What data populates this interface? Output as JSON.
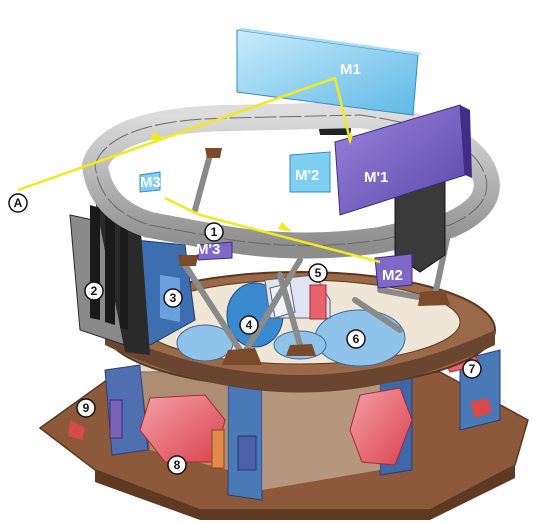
{
  "labels": {
    "M1": "M1",
    "M1p": "M'1",
    "M2p": "M'2",
    "M3": "M3",
    "M3p": "M'3",
    "M2": "M2",
    "A": "A",
    "c1": "1",
    "c2": "2",
    "c3": "3",
    "c4": "4",
    "c5": "5",
    "c6": "6",
    "c7": "7",
    "c8": "8",
    "c9": "9"
  },
  "colors": {
    "beam": "#f2ea1a",
    "mirror_blue": "#7fd0f0",
    "mirror_purple": "#7e68c8",
    "ring_gray": "#b6b6b6",
    "base_brown": "#8c5a3a",
    "panel_blue": "#4a79b8",
    "instrument_red": "#e8636c"
  }
}
